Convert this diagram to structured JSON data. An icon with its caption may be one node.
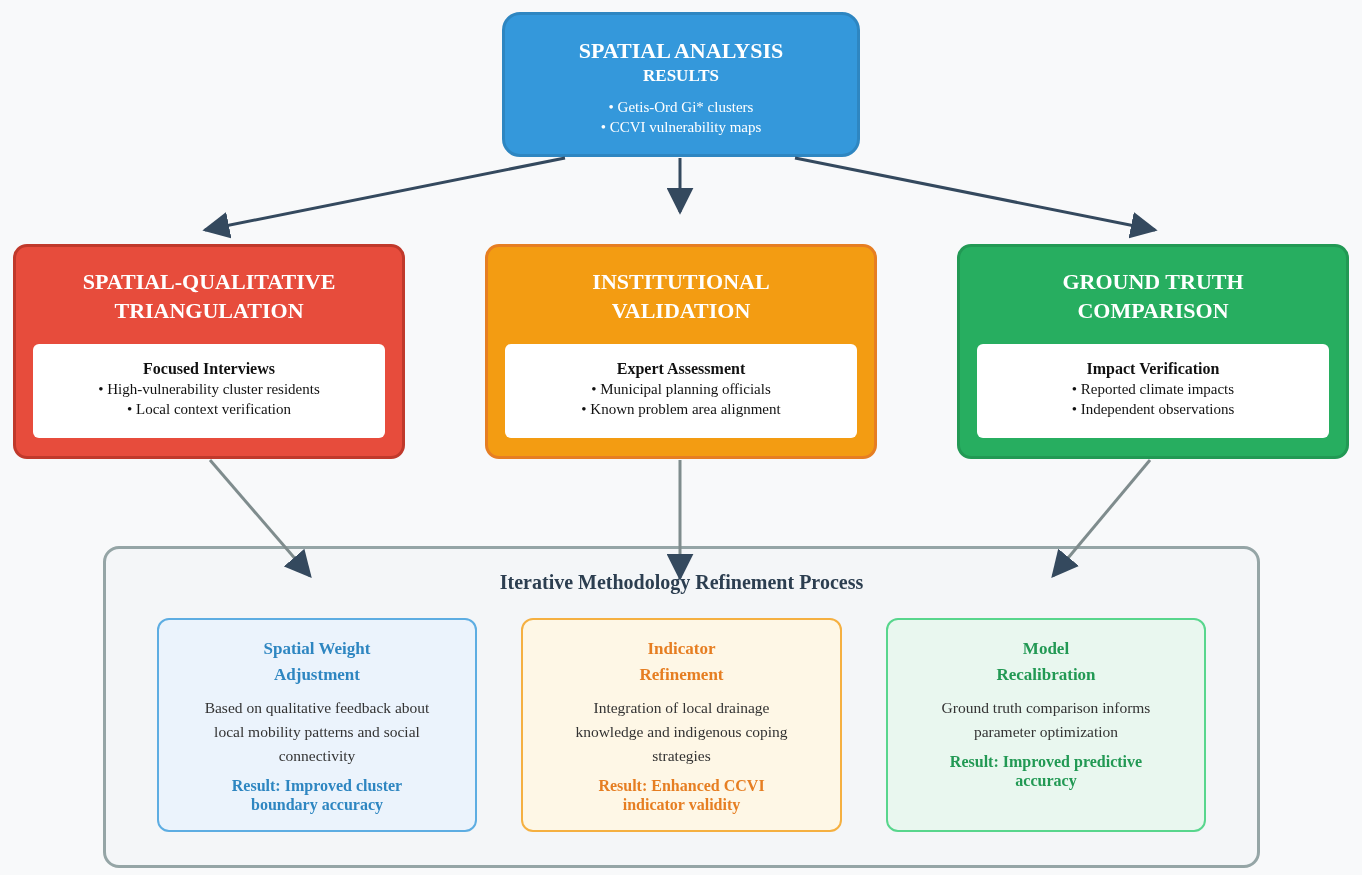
{
  "diagram": {
    "nodes": [
      {
        "text": [
          "SPATIAL ANALYSIS",
          "RESULTS",
          "• Getis-Ord Gi* clusters",
          "• CCVI vulnerability maps"
        ]
      },
      {
        "text": [
          "SPATIAL-QUALITATIVE TRIANGULATION"
        ]
      },
      {
        "text": [
          "Focused Interviews",
          "• High-vulnerability cluster residents",
          "• Local context verification"
        ],
        "in": 1
      },
      {
        "text": [
          "INSTITUTIONAL VALIDATION"
        ]
      },
      {
        "text": [
          "Expert Assessment",
          "• Municipal planning officials",
          "• Known problem area alignment"
        ],
        "in": 3
      },
      {
        "text": [
          "GROUND TRUTH COMPARISON"
        ]
      },
      {
        "text": [
          "Impact Verification",
          "• Reported climate impacts",
          "• Independent observations"
        ],
        "in": 5
      },
      {
        "text": [
          "Iterative Methodology Refinement Process"
        ]
      },
      {
        "text": [
          "Spatial Weight Adjustment",
          "Based on qualitative feedback about local mobility patterns and social connectivity",
          "Result: Improved cluster boundary accuracy"
        ],
        "in": 7
      },
      {
        "text": [
          "Indicator Refinement",
          "Integration of local drainage knowledge and indigenous coping strategies",
          "Result: Enhanced CCVI indicator validity"
        ],
        "in": 7
      },
      {
        "text": [
          "Model Recalibration",
          "Ground truth comparison informs parameter optimization",
          "Result: Improved predictive accuracy"
        ],
        "in": 7
      }
    ],
    "edges": [
      {
        "from": 0,
        "to": 1,
        "arrow": "to",
        "color": "#34495e"
      },
      {
        "from": 0,
        "to": 3,
        "arrow": "to",
        "color": "#34495e"
      },
      {
        "from": 0,
        "to": 5,
        "arrow": "to",
        "color": "#34495e"
      },
      {
        "from": 1,
        "to": 7,
        "arrow": "to",
        "color": "#7f8c8d"
      },
      {
        "from": 3,
        "to": 7,
        "arrow": "to",
        "color": "#7f8c8d"
      },
      {
        "from": 5,
        "to": 7,
        "arrow": "to",
        "color": "#7f8c8d"
      }
    ]
  }
}
